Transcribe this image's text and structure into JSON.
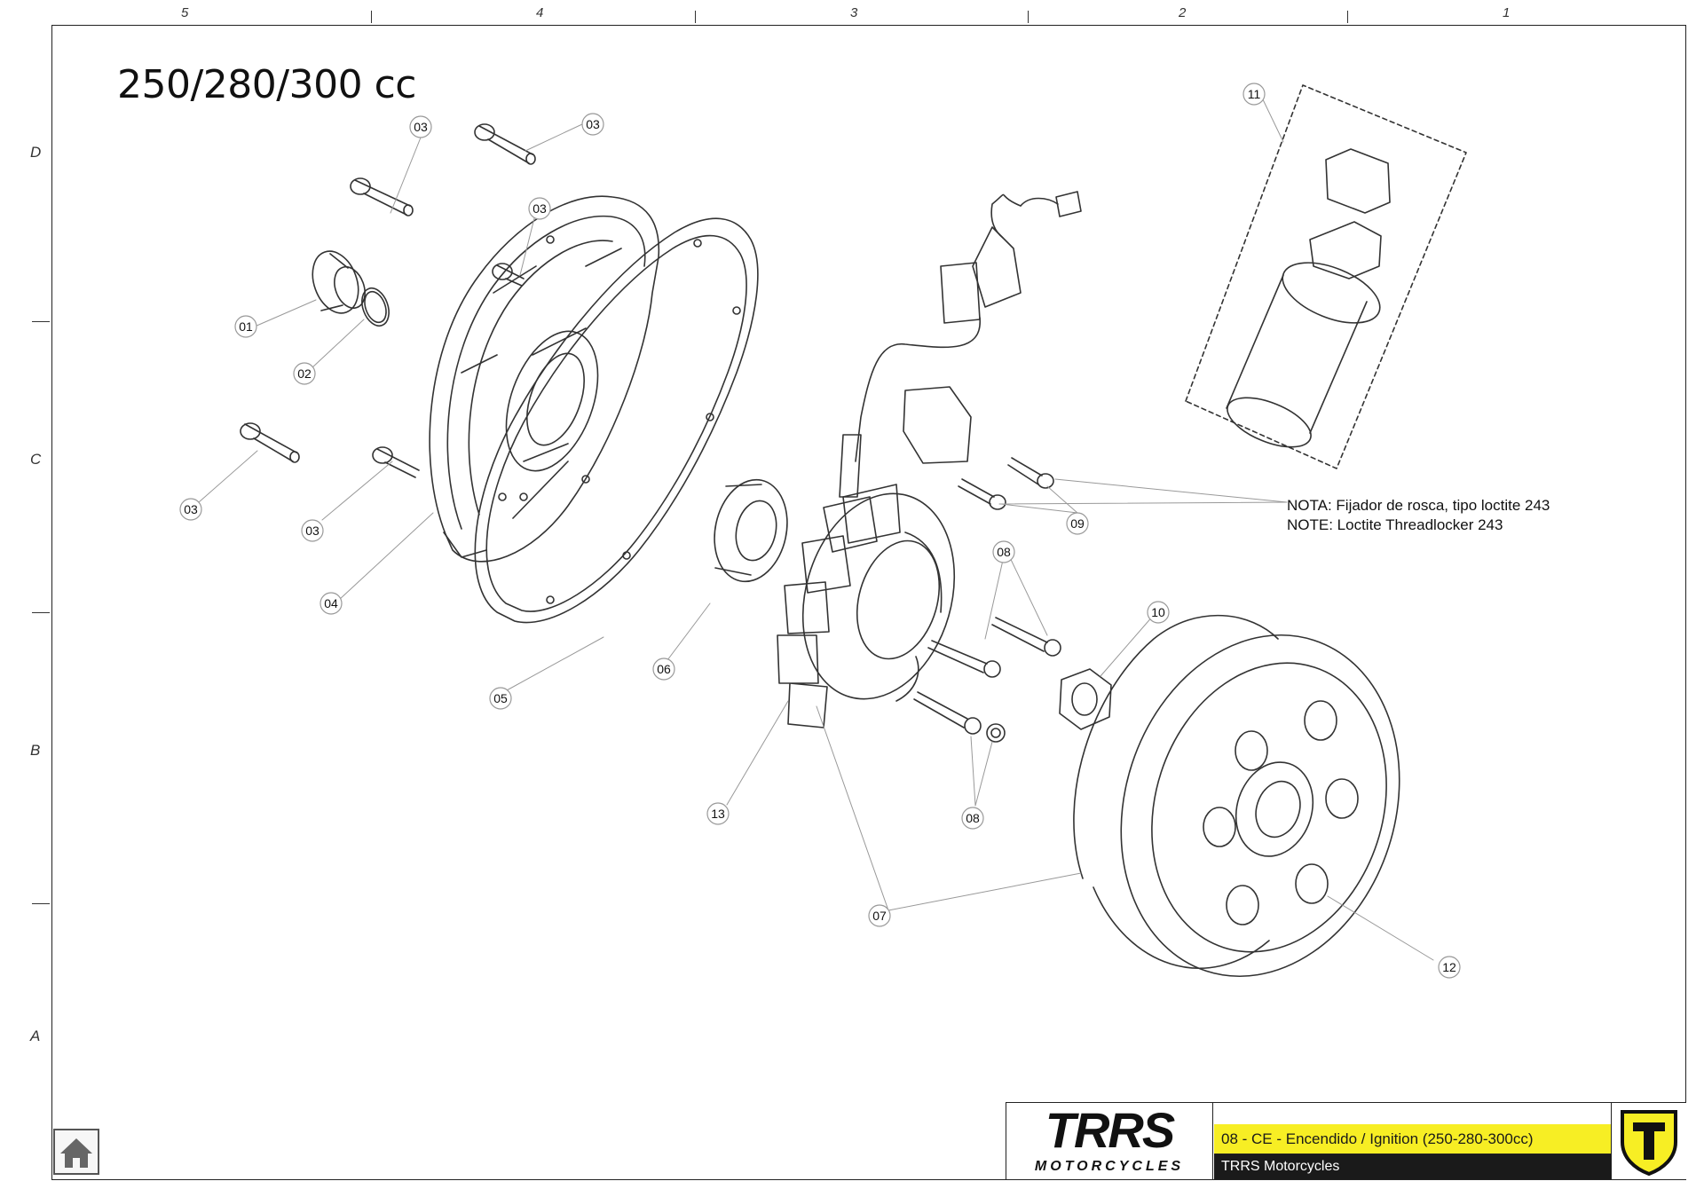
{
  "drawing": {
    "title": "250/280/300 cc",
    "zone_columns": [
      "5",
      "4",
      "3",
      "2",
      "1"
    ],
    "zone_rows": [
      "D",
      "C",
      "B",
      "A"
    ],
    "note_es": "NOTA:  Fijador de rosca, tipo loctite 243",
    "note_en": "NOTE: Loctite Threadlocker 243",
    "part_labels": {
      "p01": "01",
      "p02": "02",
      "p03a": "03",
      "p03b": "03",
      "p03c": "03",
      "p03d": "03",
      "p03e": "03",
      "p04": "04",
      "p05": "05",
      "p06": "06",
      "p07": "07",
      "p08a": "08",
      "p08b": "08",
      "p09": "09",
      "p10": "10",
      "p11": "11",
      "p12": "12",
      "p13": "13"
    }
  },
  "title_block": {
    "logo_text": "TRRS",
    "logo_sub": "MOTORCYCLES",
    "sheet_title": "08 - CE - Encendido / Ignition (250-280-300cc)",
    "company": "TRRS Motorcycles",
    "accent_color": "#f7ee24",
    "home_icon": "home-icon"
  }
}
